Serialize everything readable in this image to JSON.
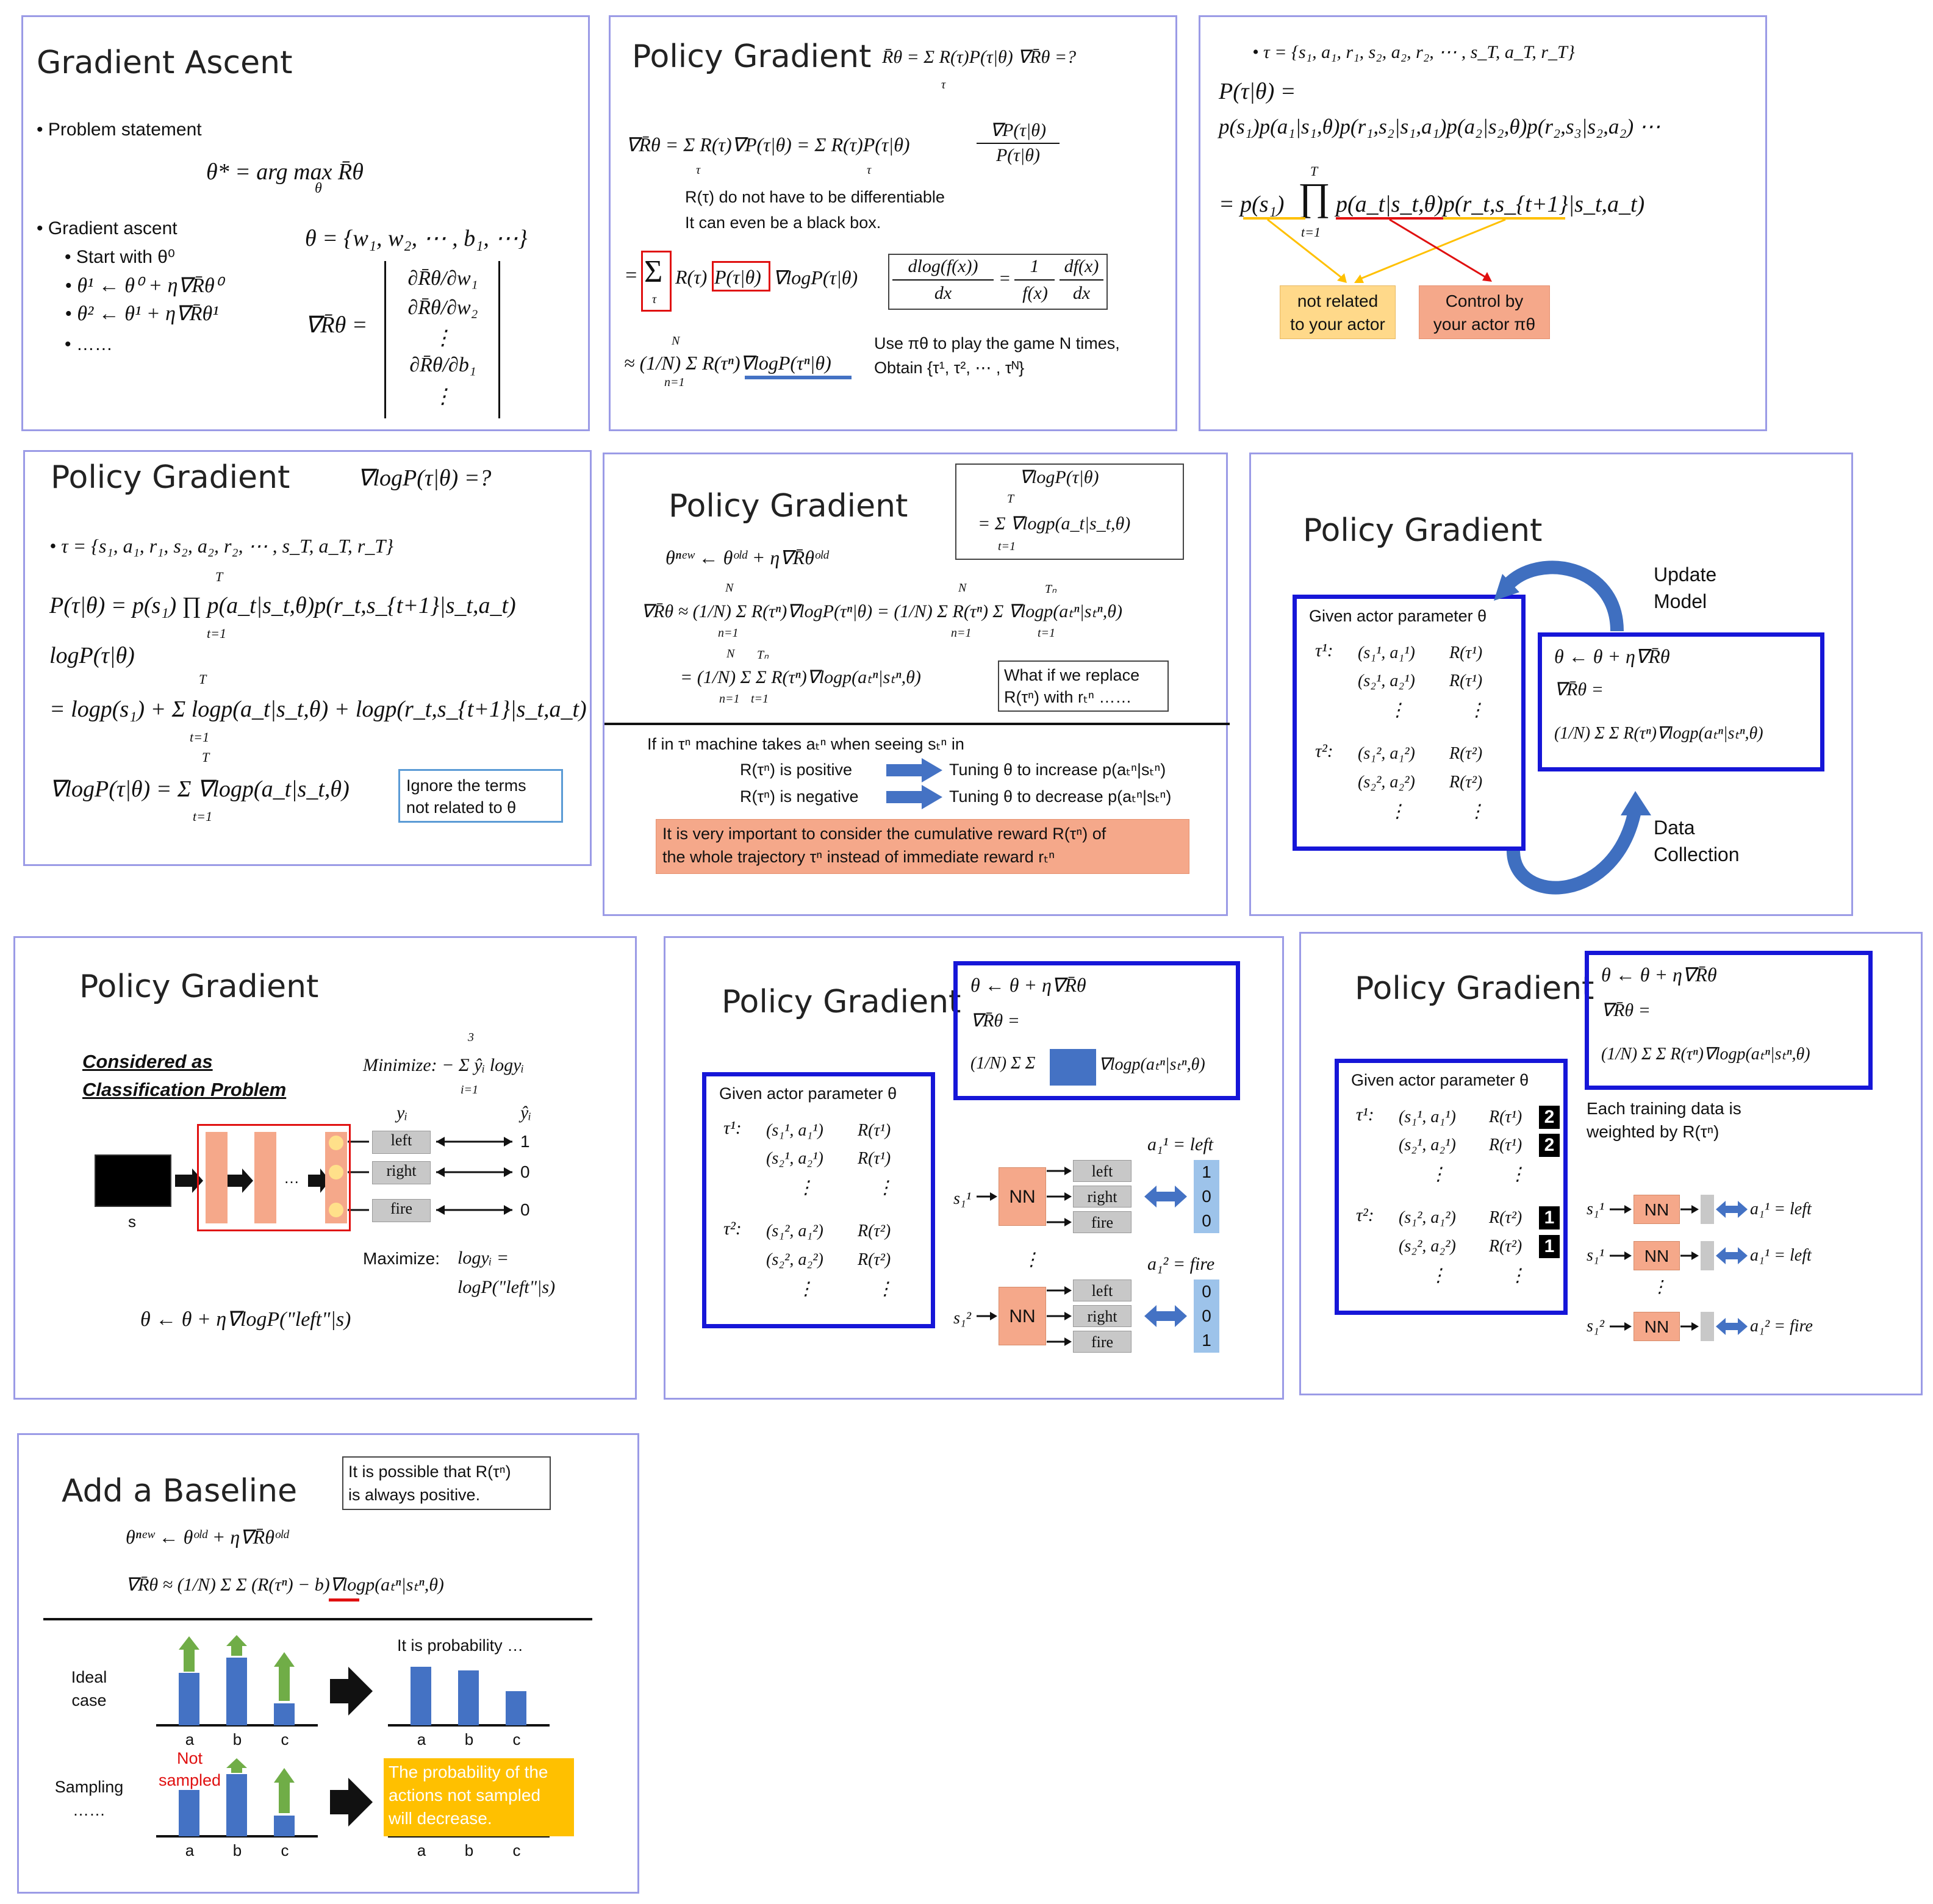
{
  "s1": {
    "title": "Gradient Ascent",
    "b1": "• Problem statement",
    "eq1": "θ* = arg max R̄θ",
    "eq1_sub": "θ",
    "b2": "• Gradient ascent",
    "theta_set": "θ = {w₁, w₂, ⋯ , b₁, ⋯}",
    "sb1": "• Start with θ⁰",
    "sb2": "• θ¹ ← θ⁰ + η∇R̄θ⁰",
    "sb3": "• θ² ← θ¹ + η∇R̄θ¹",
    "sb4": "• ……",
    "grad_lhs": "∇R̄θ =",
    "grad_rows": [
      "∂R̄θ/∂w₁",
      "∂R̄θ/∂w₂",
      "⋮",
      "∂R̄θ/∂b₁",
      "⋮"
    ]
  },
  "s2": {
    "title": "Policy Gradient",
    "top_eq": "R̄θ = Σ R(τ)P(τ|θ)    ∇R̄θ =?",
    "top_sub": "τ",
    "eq1": "∇R̄θ = Σ R(τ)∇P(τ|θ) = Σ R(τ)P(τ|θ)",
    "eq1_sub": "τ",
    "frac_num": "∇P(τ|θ)",
    "frac_den": "P(τ|θ)",
    "note1": "R(τ) do not have to be differentiable",
    "note2": "It can even be a black box.",
    "eq2_eq": "=",
    "eq2_sum": "Σ",
    "eq2_sub": "τ",
    "eq2_r": "R(τ)",
    "eq2_p": "P(τ|θ)",
    "eq2_rest": "∇logP(τ|θ)",
    "dlog_num": "dlog(f(x))",
    "dlog_den": "dx",
    "dlog_eq": "=",
    "dlog_num2": "1",
    "dlog_den2": "f(x)",
    "dlog_num3": "df(x)",
    "dlog_den3": "dx",
    "eq3": "≈ (1/N) Σ R(τⁿ)∇logP(τⁿ|θ)",
    "eq3_top": "N",
    "eq3_bot": "n=1",
    "use1": "Use πθ to play the game N times,",
    "use2": "Obtain {τ¹, τ², ⋯ , τᴺ}"
  },
  "s3": {
    "tau": "• τ = {s₁, a₁, r₁, s₂, a₂, r₂, ⋯ , s_T, a_T, r_T}",
    "p_lhs": "P(τ|θ) =",
    "p_expand": "p(s₁)p(a₁|s₁,θ)p(r₁,s₂|s₁,a₁)p(a₂|s₂,θ)p(r₂,s₃|s₂,a₂) ⋯",
    "prod_eq": "= p(s₁)",
    "prod_sym": "∏",
    "prod_top": "T",
    "prod_bot": "t=1",
    "prod_rest": "p(a_t|s_t,θ)p(r_t,s_{t+1}|s_t,a_t)",
    "box_yellow": "not related\nto your actor",
    "box_orange": "Control by\nyour actor πθ"
  },
  "s4": {
    "title": "Policy Gradient",
    "q": "∇logP(τ|θ) =?",
    "tau": "• τ = {s₁, a₁, r₁, s₂, a₂, r₂, ⋯ , s_T, a_T, r_T}",
    "eq1": "P(τ|θ) = p(s₁) ∏ p(a_t|s_t,θ)p(r_t,s_{t+1}|s_t,a_t)",
    "eq2": "logP(τ|θ)",
    "eq3": "= logp(s₁) + Σ logp(a_t|s_t,θ) + logp(r_t,s_{t+1}|s_t,a_t)",
    "eq4": "∇logP(τ|θ) = Σ ∇logp(a_t|s_t,θ)",
    "top": "T",
    "bot": "t=1",
    "note": "Ignore the terms\nnot related to θ"
  },
  "s5": {
    "title": "Policy Gradient",
    "box_l1": "∇logP(τ|θ)",
    "box_l2": "= Σ ∇logp(a_t|s_t,θ)",
    "box_top": "T",
    "box_bot": "t=1",
    "update": "θⁿᵉʷ ← θᵒˡᵈ + η∇R̄θᵒˡᵈ",
    "eq1": "∇R̄θ ≈ (1/N) Σ R(τⁿ)∇logP(τⁿ|θ) = (1/N) Σ R(τⁿ) Σ ∇logp(aₜⁿ|sₜⁿ,θ)",
    "eq2": "= (1/N) Σ Σ R(τⁿ)∇logp(aₜⁿ|sₜⁿ,θ)",
    "n_top": "N",
    "n_bot": "n=1",
    "t_top": "Tₙ",
    "t_bot": "t=1",
    "what_if": "What if we replace\nR(τⁿ) with rₜⁿ ……",
    "if_line": "If in τⁿ machine takes aₜⁿ when seeing sₜⁿ in",
    "pos": "R(τⁿ) is positive",
    "pos_r": "Tuning θ to increase p(aₜⁿ|sₜⁿ)",
    "neg": "R(τⁿ) is negative",
    "neg_r": "Tuning θ to decrease p(aₜⁿ|sₜⁿ)",
    "important": "It is very important to consider the cumulative reward R(τⁿ) of\nthe whole trajectory τⁿ instead of immediate reward rₜⁿ"
  },
  "s6": {
    "title": "Policy Gradient",
    "given": "Given actor parameter θ",
    "tau1": "τ¹:",
    "r1": [
      "(s₁¹, a₁¹)",
      "(s₂¹, a₂¹)"
    ],
    "R1": [
      "R(τ¹)",
      "R(τ¹)"
    ],
    "tau2": "τ²:",
    "r2": [
      "(s₁², a₁²)",
      "(s₂², a₂²)"
    ],
    "R2": [
      "R(τ²)",
      "R(τ²)"
    ],
    "vdots": "⋮",
    "update_box_l1": "θ ← θ + η∇R̄θ",
    "update_box_l2": "∇R̄θ =",
    "update_box_l3": "(1/N) Σ Σ R(τⁿ)∇logp(aₜⁿ|sₜⁿ,θ)",
    "update_label": "Update\nModel",
    "data_label": "Data\nCollection"
  },
  "s7": {
    "title": "Policy Gradient",
    "considered": "Considered as\nClassification Problem",
    "minimize": "Minimize: − Σ ŷᵢ logyᵢ",
    "min_top": "3",
    "min_bot": "i=1",
    "yi": "yᵢ",
    "yhat": "ŷᵢ",
    "outs": [
      "left",
      "right",
      "fire"
    ],
    "targets": [
      "1",
      "0",
      "0"
    ],
    "s": "s",
    "maximize": "Maximize:",
    "max_eq1": "logyᵢ =",
    "max_eq2": "logP(\"left\"|s)",
    "update": "θ ← θ + η∇logP(\"left\"|s)",
    "dots": "…"
  },
  "s8": {
    "title": "Policy Gradient",
    "box_l1": "θ ← θ + η∇R̄θ",
    "box_l2": "∇R̄θ =",
    "box_l3a": "(1/N) Σ Σ",
    "box_l3b": "∇logp(aₜⁿ|sₜⁿ,θ)",
    "given": "Given actor parameter θ",
    "tau1": "τ¹:",
    "r1": [
      "(s₁¹, a₁¹)",
      "(s₂¹, a₂¹)"
    ],
    "R1": [
      "R(τ¹)",
      "R(τ¹)"
    ],
    "tau2": "τ²:",
    "r2": [
      "(s₁², a₁²)",
      "(s₂², a₂²)"
    ],
    "R2": [
      "R(τ²)",
      "R(τ²)"
    ],
    "vdots": "⋮",
    "a1": "a₁¹ = left",
    "a2": "a₁² = fire",
    "s1": "s₁¹",
    "s2": "s₁²",
    "nn": "NN",
    "outs": [
      "left",
      "right",
      "fire"
    ],
    "t1": [
      "1",
      "0",
      "0"
    ],
    "t2": [
      "0",
      "0",
      "1"
    ]
  },
  "s9": {
    "title": "Policy Gradient",
    "box_l1": "θ ← θ + η∇R̄θ",
    "box_l2": "∇R̄θ =",
    "box_l3": "(1/N) Σ Σ R(τⁿ)∇logp(aₜⁿ|sₜⁿ,θ)",
    "given": "Given actor parameter θ",
    "tau1": "τ¹:",
    "r1": [
      "(s₁¹, a₁¹)",
      "(s₂¹, a₂¹)"
    ],
    "R1": [
      "R(τ¹)",
      "R(τ¹)"
    ],
    "tau2": "τ²:",
    "r2": [
      "(s₁², a₁²)",
      "(s₂², a₂²)"
    ],
    "R2": [
      "R(τ²)",
      "R(τ²)"
    ],
    "w1": [
      "2",
      "2"
    ],
    "w2": [
      "1",
      "1"
    ],
    "vdots": "⋮",
    "each": "Each training data is\nweighted by R(τⁿ)",
    "rows": [
      {
        "s": "s₁¹",
        "a": "a₁¹ = left"
      },
      {
        "s": "s₁¹",
        "a": "a₁¹ = left"
      },
      {
        "s": "s₁²",
        "a": "a₁² = fire"
      }
    ],
    "nn": "NN"
  },
  "s10": {
    "title": "Add a Baseline",
    "note": "It is possible that R(τⁿ)\nis always positive.",
    "update": "θⁿᵉʷ ← θᵒˡᵈ + η∇R̄θᵒˡᵈ",
    "eq": "∇R̄θ ≈ (1/N) Σ Σ (R(τⁿ) − b)∇logp(aₜⁿ|sₜⁿ,θ)",
    "ideal": "Ideal\ncase",
    "sampling": "Sampling\n……",
    "prob": "It is probability …",
    "not_sampled": "Not\nsampled",
    "decrease": "The probability of the\nactions not sampled\nwill decrease.",
    "labels": [
      "a",
      "b",
      "c"
    ],
    "colors": {
      "bar": "#4472c4",
      "arrow_up": "#70ad47",
      "red": "#e01010",
      "gold": "#ffc000"
    }
  }
}
